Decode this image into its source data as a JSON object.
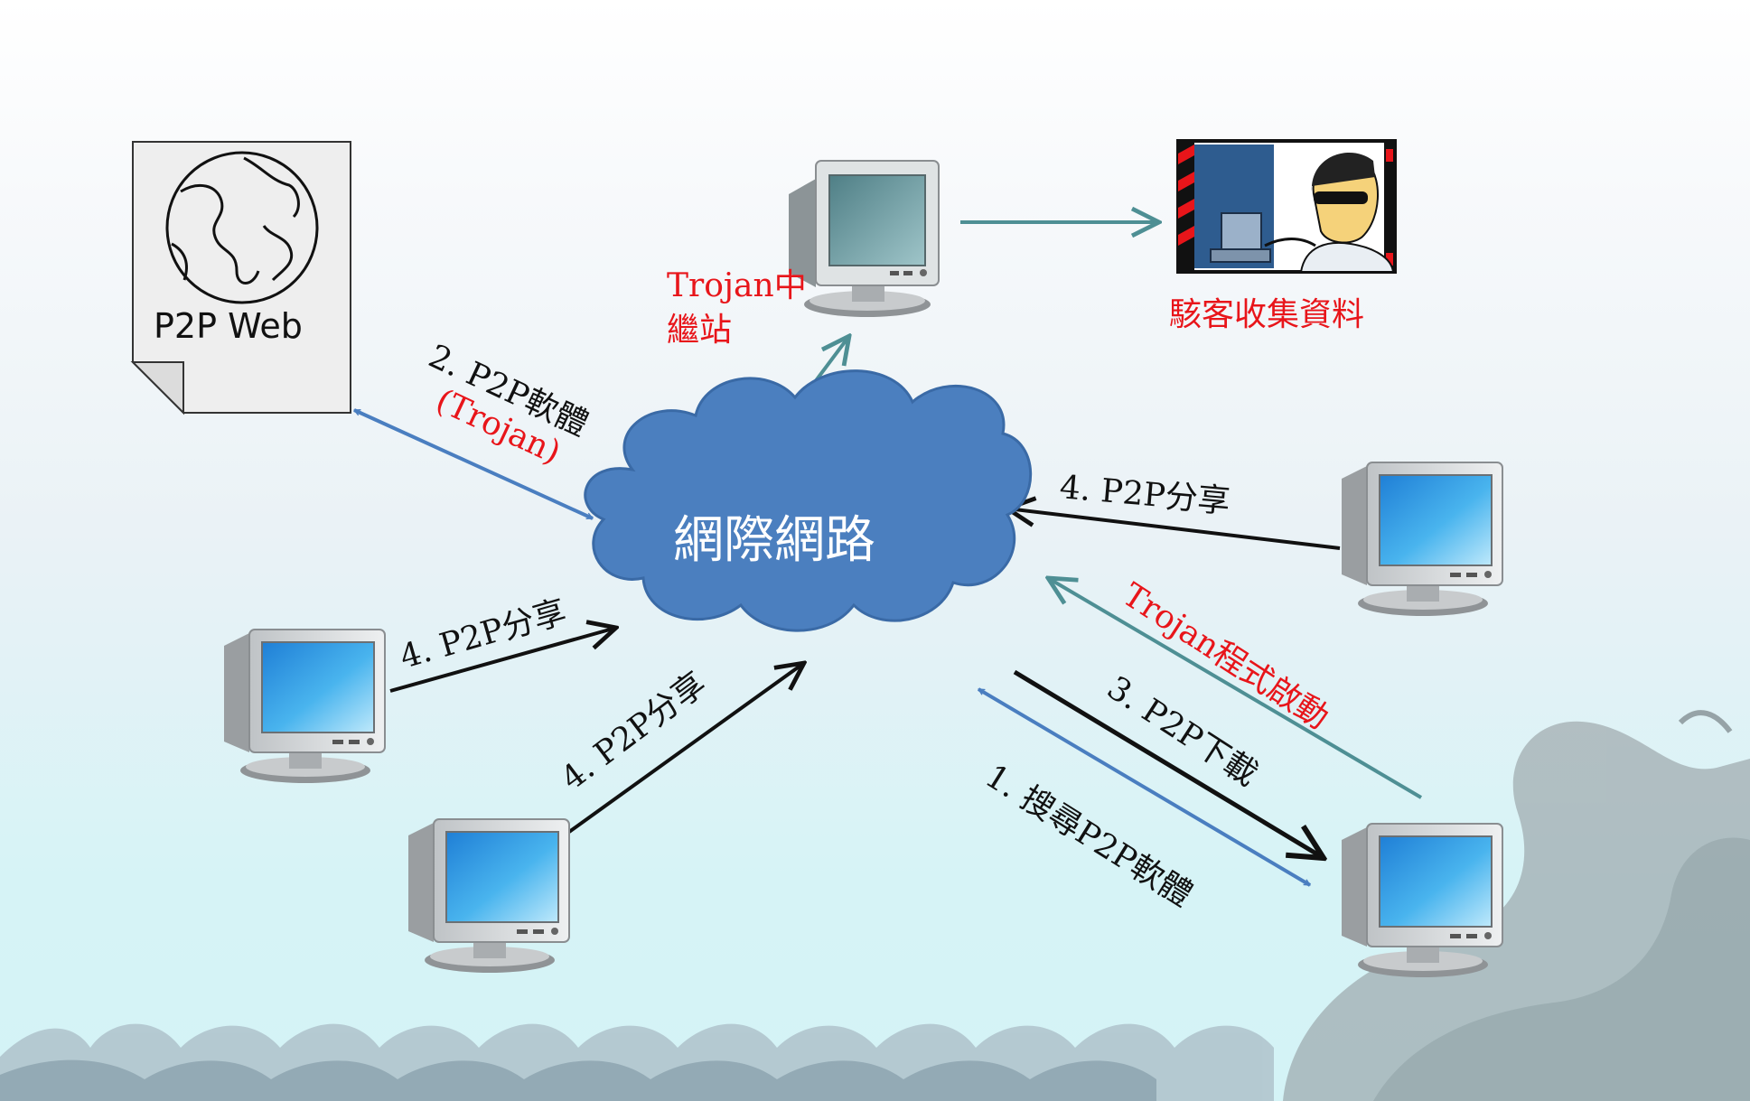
{
  "nodes": {
    "p2p_web": {
      "label": "P2P Web"
    },
    "internet": {
      "label": "網際網路"
    },
    "relay": {
      "label_line1": "Trojan中",
      "label_line2": "繼站"
    },
    "hacker": {
      "label": "駭客收集資料"
    }
  },
  "edges": {
    "download_software": {
      "line1": "2. P2P軟體",
      "line2": "(Trojan)"
    },
    "share_right": {
      "label": "4. P2P分享"
    },
    "share_left": {
      "label": "4. P2P分享"
    },
    "share_bottom": {
      "label": "4. P2P分享"
    },
    "trojan_start": {
      "label": "Trojan程式啟動"
    },
    "p2p_download": {
      "label": "3. P2P下載"
    },
    "search_software": {
      "label": "1. 搜尋P2P軟體"
    }
  },
  "colors": {
    "cloud": "#4b7fbf",
    "blue_arrow": "#4a7ec0",
    "teal_arrow": "#4e8f94",
    "black_arrow": "#111111",
    "red_text": "#e8151a"
  }
}
